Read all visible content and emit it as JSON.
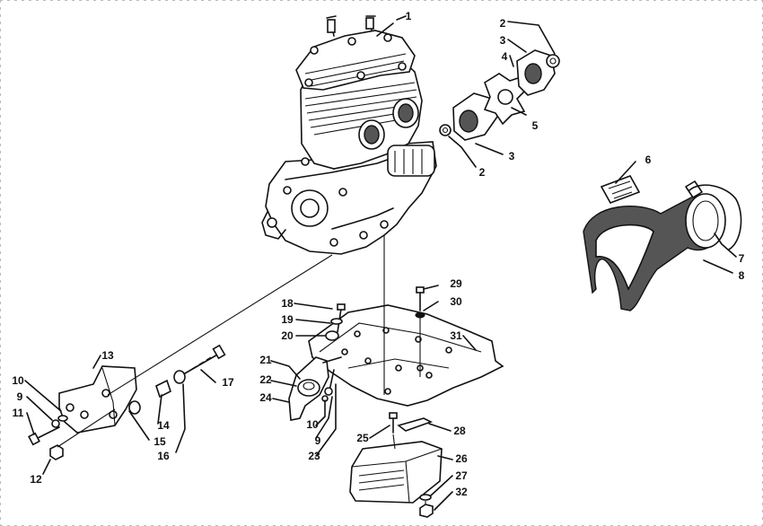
{
  "callouts": [
    {
      "id": "c1",
      "text": "1"
    },
    {
      "id": "c2a",
      "text": "2"
    },
    {
      "id": "c3a",
      "text": "3"
    },
    {
      "id": "c4",
      "text": "4"
    },
    {
      "id": "c5",
      "text": "5"
    },
    {
      "id": "c3b",
      "text": "3"
    },
    {
      "id": "c2b",
      "text": "2"
    },
    {
      "id": "c6",
      "text": "6"
    },
    {
      "id": "c7",
      "text": "7"
    },
    {
      "id": "c8",
      "text": "8"
    },
    {
      "id": "c29",
      "text": "29"
    },
    {
      "id": "c30",
      "text": "30"
    },
    {
      "id": "c31",
      "text": "31"
    },
    {
      "id": "c18",
      "text": "18"
    },
    {
      "id": "c19",
      "text": "19"
    },
    {
      "id": "c20",
      "text": "20"
    },
    {
      "id": "c21",
      "text": "21"
    },
    {
      "id": "c22",
      "text": "22"
    },
    {
      "id": "c24",
      "text": "24"
    },
    {
      "id": "c10b",
      "text": "10"
    },
    {
      "id": "c9b",
      "text": "9"
    },
    {
      "id": "c23",
      "text": "23"
    },
    {
      "id": "c25",
      "text": "25"
    },
    {
      "id": "c28",
      "text": "28"
    },
    {
      "id": "c26",
      "text": "26"
    },
    {
      "id": "c27",
      "text": "27"
    },
    {
      "id": "c32",
      "text": "32"
    },
    {
      "id": "c13",
      "text": "13"
    },
    {
      "id": "c17",
      "text": "17"
    },
    {
      "id": "c10a",
      "text": "10"
    },
    {
      "id": "c9a",
      "text": "9"
    },
    {
      "id": "c11",
      "text": "11"
    },
    {
      "id": "c14",
      "text": "14"
    },
    {
      "id": "c15",
      "text": "15"
    },
    {
      "id": "c16",
      "text": "16"
    },
    {
      "id": "c12",
      "text": "12"
    }
  ]
}
